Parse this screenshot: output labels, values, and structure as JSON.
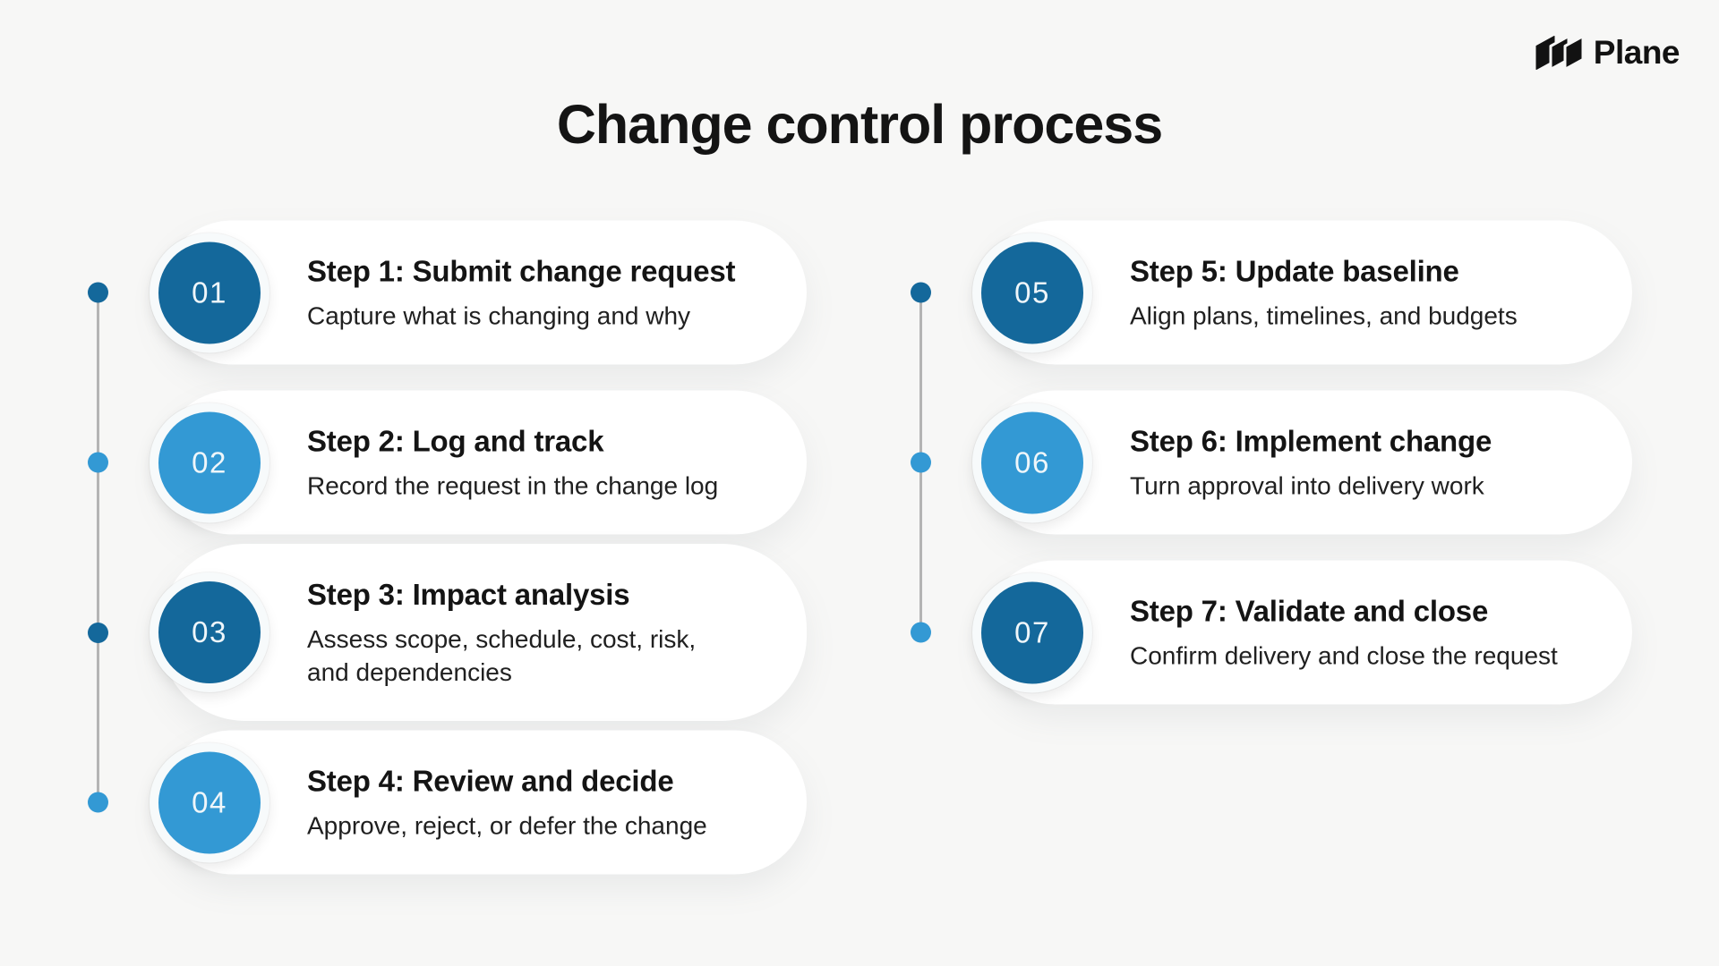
{
  "page": {
    "title": "Change control process",
    "background": "#f7f7f6"
  },
  "logo": {
    "text": "Plane",
    "icon": "plane-logo-icon",
    "color": "#121212"
  },
  "colors": {
    "dark_blue": "#14689B",
    "light_blue": "#3399D4",
    "timeline_gray": "#b4b4b4",
    "card_bg": "#ffffff",
    "title_text": "#141414",
    "subtitle_text": "#202020"
  },
  "steps": [
    {
      "number": "01",
      "title": "Step 1: Submit change request",
      "subtitle": "Capture what is changing and why",
      "tone": "dark",
      "dot_tone": "dark",
      "column": "left"
    },
    {
      "number": "02",
      "title": "Step 2: Log and track",
      "subtitle": "Record the request in the change log",
      "tone": "light",
      "dot_tone": "light",
      "column": "left"
    },
    {
      "number": "03",
      "title": "Step 3: Impact analysis",
      "subtitle": "Assess scope, schedule, cost, risk,\nand dependencies",
      "tone": "dark",
      "dot_tone": "dark",
      "column": "left"
    },
    {
      "number": "04",
      "title": "Step 4: Review and decide",
      "subtitle": "Approve, reject, or defer the change",
      "tone": "light",
      "dot_tone": "light",
      "column": "left"
    },
    {
      "number": "05",
      "title": "Step 5: Update baseline",
      "subtitle": "Align plans, timelines, and budgets",
      "tone": "dark",
      "dot_tone": "dark",
      "column": "right"
    },
    {
      "number": "06",
      "title": "Step 6: Implement change",
      "subtitle": "Turn approval into delivery work",
      "tone": "light",
      "dot_tone": "light",
      "column": "right"
    },
    {
      "number": "07",
      "title": "Step 7: Validate and close",
      "subtitle": "Confirm delivery and close the request",
      "tone": "dark",
      "dot_tone": "light",
      "column": "right"
    }
  ]
}
